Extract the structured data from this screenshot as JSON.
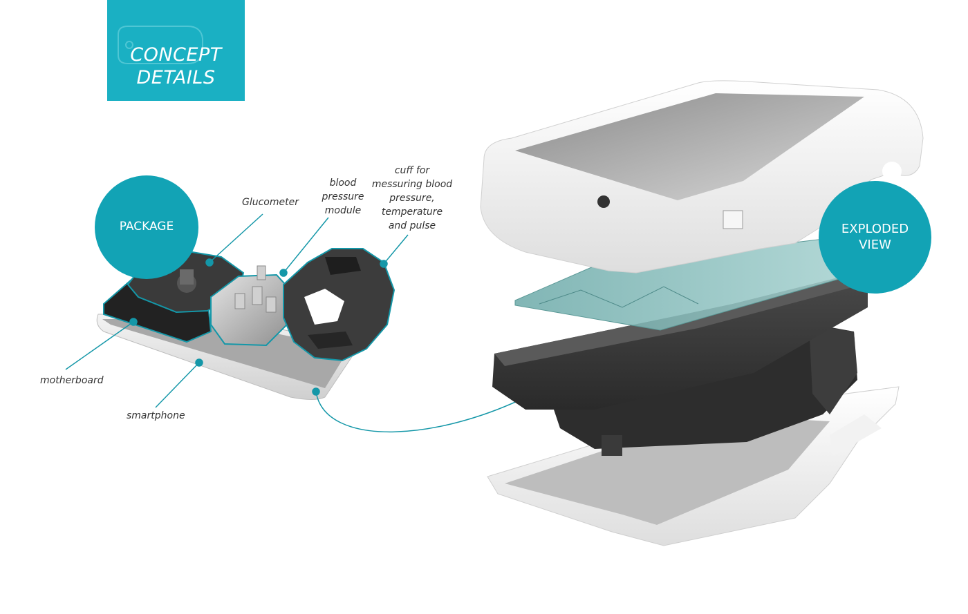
{
  "title": {
    "line1": "CONCEPT",
    "line2": "DETAILS"
  },
  "badges": {
    "package": "PACKAGE",
    "exploded_line1": "EXPLODED",
    "exploded_line2": "VIEW"
  },
  "callouts": {
    "glucometer": "Glucometer",
    "bp_line1": "blood",
    "bp_line2": "pressure",
    "bp_line3": "module",
    "cuff_line1": "cuff for",
    "cuff_line2": "messuring blood",
    "cuff_line3": "pressure,",
    "cuff_line4": "temperature",
    "cuff_line5": "and pulse",
    "motherboard": "motherboard",
    "smartphone": "smartphone"
  },
  "colors": {
    "accent": "#1ab0c3",
    "badge": "#12a3b5",
    "line": "#1497a8"
  }
}
